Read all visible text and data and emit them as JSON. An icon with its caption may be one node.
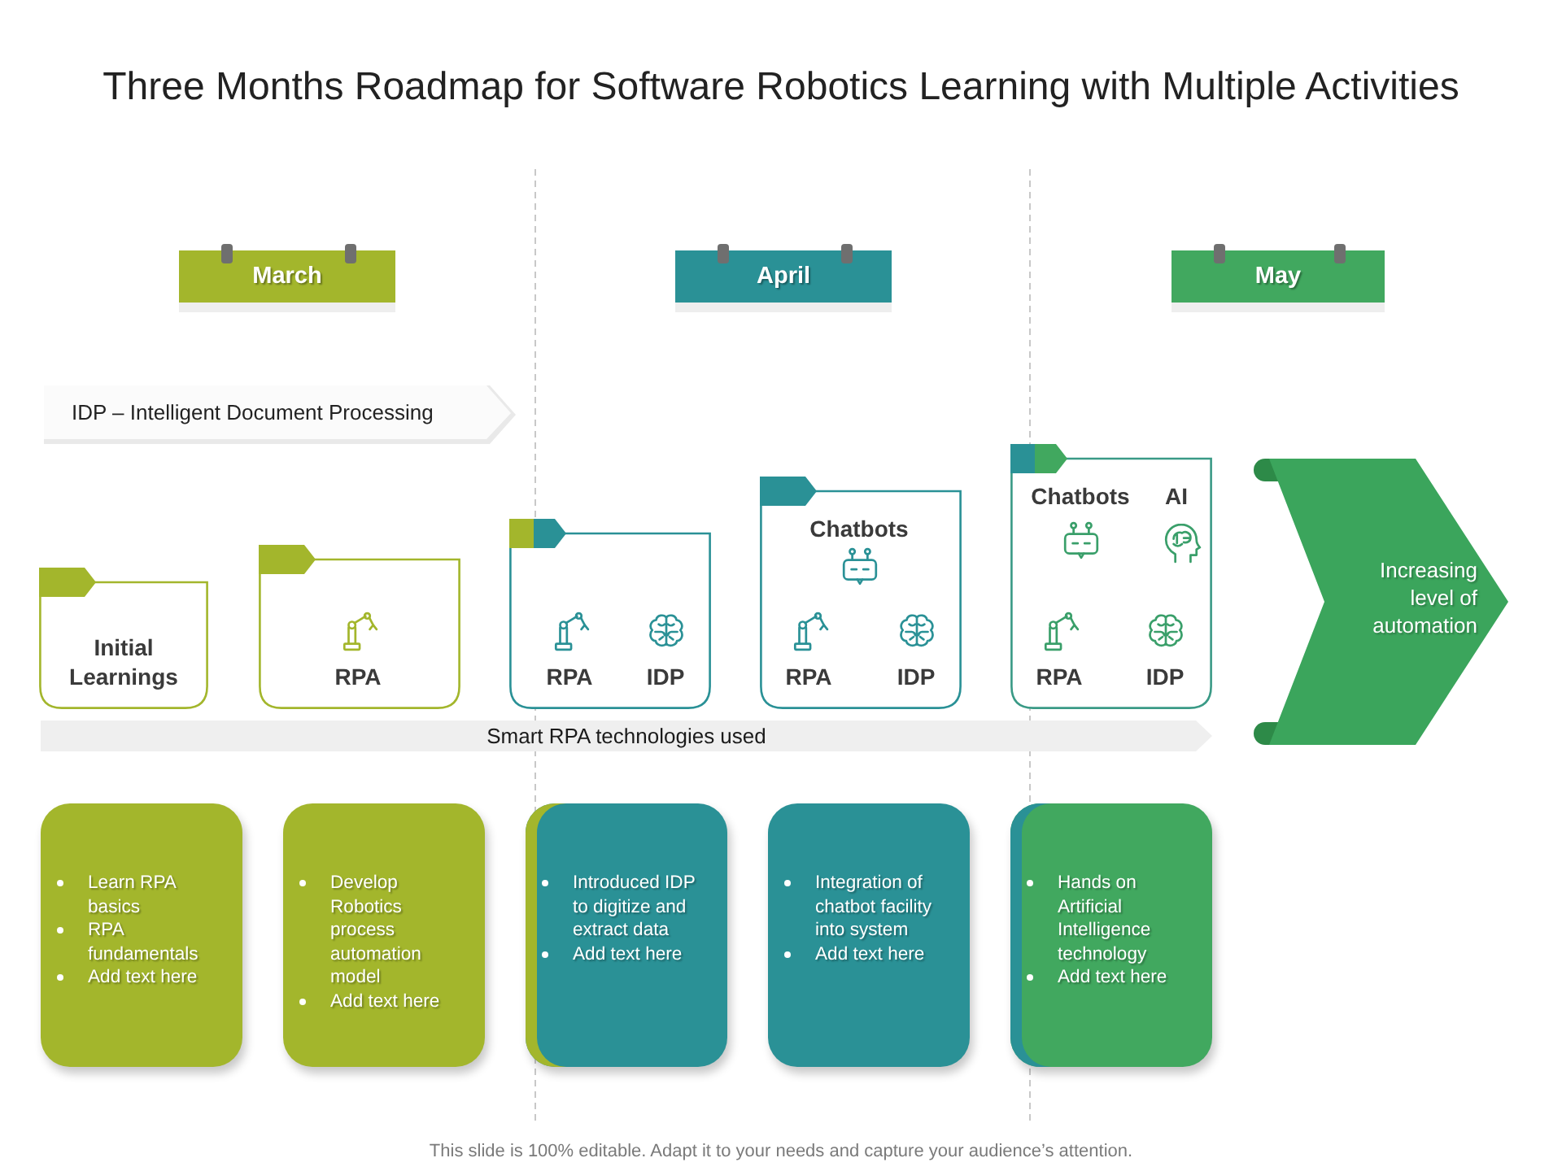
{
  "diagram": {
    "title": "Three Months Roadmap for Software Robotics Learning with Multiple Activities",
    "nodes": [
      {
        "text": [
          "March"
        ]
      },
      {
        "text": [
          "April"
        ]
      },
      {
        "text": [
          "May"
        ]
      },
      {
        "text": [
          "IDP – Intelligent Document Processing"
        ]
      },
      {
        "text": [
          "Initial Learnings"
        ]
      },
      {
        "text": [
          "RPA"
        ]
      },
      {
        "text": [
          "RPA",
          "IDP"
        ]
      },
      {
        "text": [
          "Chatbots",
          "RPA",
          "IDP"
        ]
      },
      {
        "text": [
          "Chatbots",
          "AI",
          "RPA",
          "IDP"
        ]
      },
      {
        "text": [
          "Increasing level of automation"
        ]
      },
      {
        "text": [
          "Smart RPA technologies used"
        ]
      },
      {
        "text": [
          "Learn RPA basics",
          "RPA fundamentals",
          "Add text here"
        ]
      },
      {
        "text": [
          "Develop Robotics process automation model",
          "Add text here"
        ]
      },
      {
        "text": [
          "Introduced IDP to digitize and extract data",
          "Add text here"
        ]
      },
      {
        "text": [
          "Integration of chatbot facility into system",
          "Add text here"
        ]
      },
      {
        "text": [
          "Hands on Artificial Intelligence technology",
          "Add text here"
        ]
      }
    ],
    "labels": [
      "This slide is 100% editable. Adapt it to your needs and capture your audience’s attention."
    ]
  }
}
